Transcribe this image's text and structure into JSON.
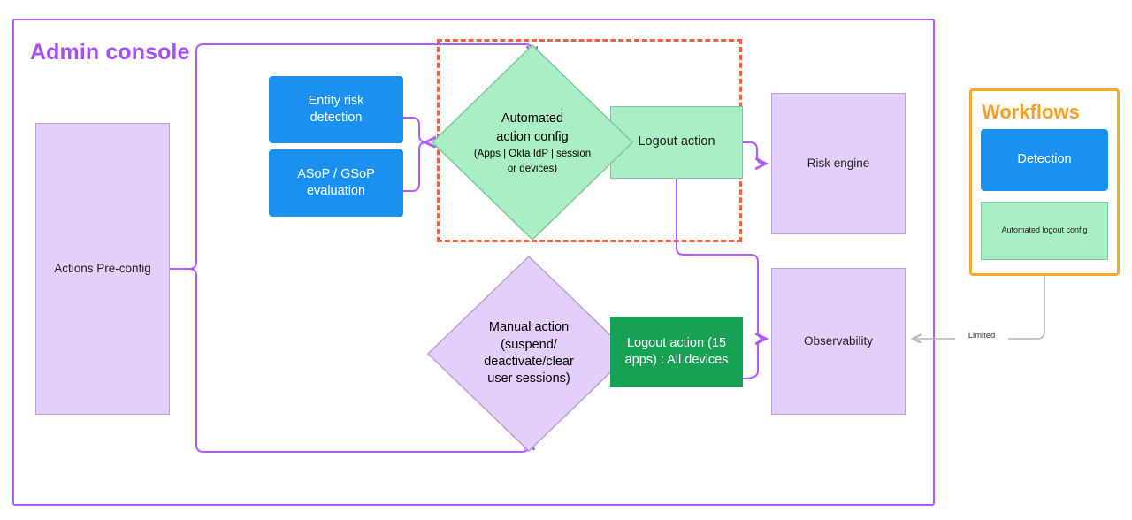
{
  "diagram": {
    "title": "Admin console",
    "outer_border_color": "#b05cff",
    "accent_colors": {
      "purple": "#b05cff",
      "lilac_fill": "#e3cffb",
      "blue": "#1a91f0",
      "mint": "#a9eec4",
      "forest_green": "#18a155",
      "orange": "#ffa630",
      "red_dashed": "#f4603e",
      "gray_arrow": "#b7b7b7"
    }
  },
  "nodes": {
    "actions_preconfig": "Actions Pre-config",
    "entity_risk_detection": "Entity risk\ndetection",
    "entity_risk_detection_line1": "Entity risk",
    "entity_risk_detection_line2": "detection",
    "asop_gsop_line1": "ASoP / GSoP",
    "asop_gsop_line2": "evaluation",
    "automated_action_config_main": "Automated\naction config",
    "automated_action_config_main_line1": "Automated",
    "automated_action_config_main_line2": "action config",
    "automated_action_config_detail": "(Apps | Okta IdP | session or devices)",
    "logout_action": "Logout action",
    "risk_engine": "Risk engine",
    "observability": "Observability",
    "manual_action_line1": "Manual action",
    "manual_action_line2": "(suspend/",
    "manual_action_line3": "deactivate/clear",
    "manual_action_line4": "user sessions)",
    "logout_action_apps_line1": "Logout action (15",
    "logout_action_apps_line2": "apps) : All devices"
  },
  "workflows": {
    "title": "Workflows",
    "detection": "Detection",
    "automated_logout_config": "Automated logout config"
  },
  "edges": {
    "limited_label": "Limited"
  }
}
